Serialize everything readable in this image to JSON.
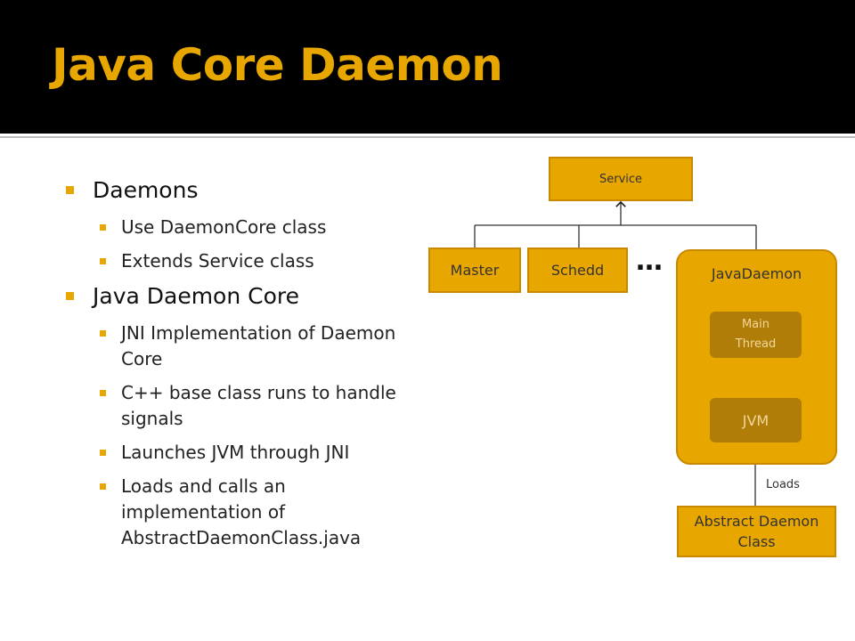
{
  "slide": {
    "title": "Java Core Daemon",
    "bullets": [
      {
        "text": "Daemons",
        "sub": [
          "Use DaemonCore class",
          "Extends Service class"
        ]
      },
      {
        "text": "Java Daemon Core",
        "sub": [
          "JNI Implementation of Daemon Core",
          "C++ base class runs to handle signals",
          "Launches JVM through JNI",
          "Loads and calls an implementation of AbstractDaemonClass.java"
        ]
      }
    ]
  },
  "diagram": {
    "service": "Service",
    "master": "Master",
    "schedd": "Schedd",
    "ellipsis": "…",
    "javadaemon": "JavaDaemon",
    "main_thread": "Main Thread",
    "jvm": "JVM",
    "loads_label": "Loads",
    "abstract": "Abstract Daemon Class"
  },
  "colors": {
    "accent": "#e8a600",
    "dark_box": "#b07d08",
    "title_bg": "#000000"
  }
}
